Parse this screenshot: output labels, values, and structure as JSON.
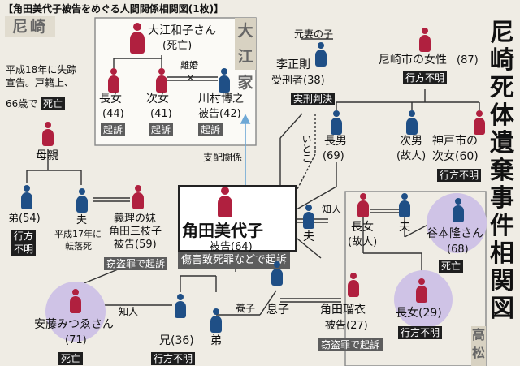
{
  "title": "【角田美代子被告をめぐる人間関係相関図(1枚)】",
  "side_title": "尼崎死体遺棄事件相関図",
  "region_tags": {
    "amasaki": "尼崎",
    "oe": "大江家",
    "takamatsu": "高松"
  },
  "relations": {
    "divorce": "離婚",
    "control": "支配関係",
    "ex_wife_child": "元妻の子",
    "cousin": "いとこ",
    "acquaintance_1": "知人",
    "acquaintance_2": "知人",
    "adopted": "養子"
  },
  "oe_family": {
    "mother": {
      "name": "大江和子さん",
      "status": "(死亡)"
    },
    "eldest": {
      "name": "長女",
      "age": "(44)",
      "badge": "起訴"
    },
    "second": {
      "name": "次女",
      "age": "(41)",
      "badge": "起訴"
    },
    "kawamura": {
      "name": "川村博之",
      "role": "被告(42)",
      "badge": "起訴"
    }
  },
  "missing_note": {
    "line1": "平成18年に失踪",
    "line2": "宣告。戸籍上、",
    "line3": "66歳で",
    "badge": "死亡"
  },
  "mother": {
    "name": "母親"
  },
  "brother": {
    "name": "弟(54)",
    "badge1": "行方",
    "badge2": "不明"
  },
  "husband_left": {
    "name": "夫",
    "note1": "平成17年に",
    "note2": "転落死"
  },
  "sister_in_law": {
    "line1": "義理の妹",
    "line2": "角田三枝子",
    "line3": "被告(59)",
    "charge": "窃盗罪で起訴"
  },
  "main": {
    "name": "角田美代子",
    "role": "被告(64)",
    "charge": "傷害致死罪などで起訴"
  },
  "lee": {
    "name": "李正則",
    "role": "受刑者(38)",
    "badge": "実刑判決"
  },
  "son_eldest": {
    "name": "長男",
    "age": "(69)"
  },
  "son_second": {
    "name": "次男",
    "note": "(故人)"
  },
  "amagasaki_woman": {
    "name": "尼崎市の女性",
    "age": "(87)",
    "badge": "行方不明"
  },
  "kobe_woman": {
    "line1": "神戸市の",
    "line2": "次女(60)",
    "badge": "行方不明"
  },
  "husband_mid": {
    "name": "夫"
  },
  "eldest_daughter_deceased": {
    "name": "長女",
    "note": "(故人)"
  },
  "husband_right": {
    "name": "夫"
  },
  "tanimoto": {
    "name": "谷本隆さん",
    "age": "(68)",
    "badge": "死亡"
  },
  "eldest_daughter_29": {
    "name": "長女(29)",
    "badge": "行方不明"
  },
  "ando": {
    "name": "安藤みつゑさん",
    "age": "(71)",
    "badge": "死亡"
  },
  "elder_brother": {
    "name": "兄(36)",
    "badge": "行方不明"
  },
  "younger_brother": {
    "name": "弟"
  },
  "son_adopted": {
    "name": "息子"
  },
  "ruri": {
    "name": "角田瑠衣",
    "role": "被告(27)",
    "charge": "窃盗罪で起訴"
  },
  "colors": {
    "female": "#b0203f",
    "male": "#1f4f86",
    "badge": "#1e1e1e",
    "charge": "#5d5d5d",
    "halo": "#cfc3e6"
  }
}
